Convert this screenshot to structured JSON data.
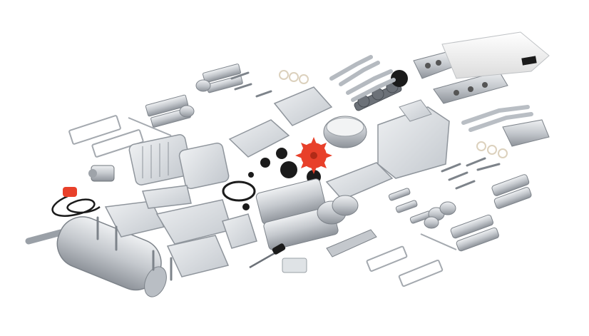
{
  "scene": {
    "background": "#ffffff",
    "colors": {
      "silver": "#c9ccd1",
      "silver_dark": "#8e939a",
      "clear_plastic": "#d9dde2",
      "clear_edge": "#8f959c",
      "white_plastic": "#f4f4f4",
      "black": "#1b1b1b",
      "red": "#e8402a"
    },
    "objects": [
      "muffler",
      "exhaust-pipe",
      "cooling-fan",
      "crankshaft",
      "air-filter-housing",
      "engine-cover",
      "cylinder-head",
      "cylinder-block",
      "gear",
      "timing-belt",
      "power-cord",
      "electric-motor",
      "bolt",
      "screwdriver",
      "sprue-frame"
    ]
  }
}
